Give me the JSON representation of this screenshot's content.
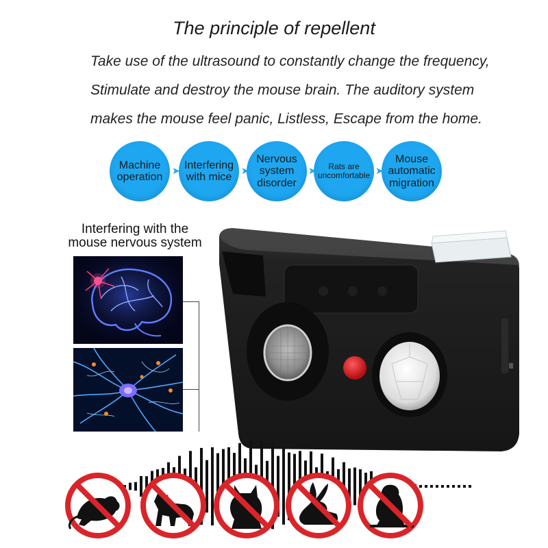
{
  "title": "The principle of repellent",
  "description": [
    "Take use of the ultrasound to constantly change the frequency,",
    "Stimulate and destroy the mouse brain. The auditory system",
    "makes the mouse feel panic, Listless, Escape from the home."
  ],
  "steps": [
    {
      "line1": "Machine",
      "line2": "operation",
      "line3": ""
    },
    {
      "line1": "Interfering",
      "line2": "with mice",
      "line3": ""
    },
    {
      "line1": "Nervous",
      "line2": "system",
      "line3": "disorder"
    },
    {
      "line1": "Rats are",
      "line2": "uncomfortable",
      "line3": ""
    },
    {
      "line1": "Mouse",
      "line2": "automatic",
      "line3": "migration"
    }
  ],
  "caption": {
    "line1": "Interfering with the",
    "line2": "mouse nervous system"
  },
  "colors": {
    "accent": "#1ea7f0",
    "prohibit": "#d9252a",
    "device": "#1c1c1c",
    "indicator": "#e01b22"
  },
  "icons": [
    "prohibited-mouse-icon",
    "prohibited-dog-icon",
    "prohibited-cat-icon",
    "prohibited-rabbit-icon",
    "prohibited-squirrel-icon"
  ]
}
